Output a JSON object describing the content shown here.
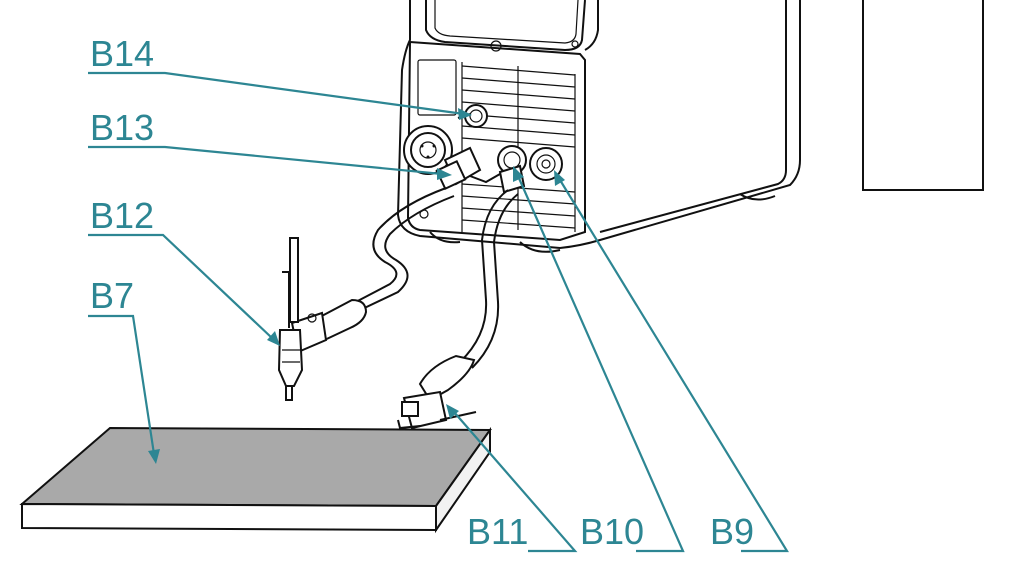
{
  "diagram": {
    "callouts": [
      {
        "id": "b14",
        "label": "B14"
      },
      {
        "id": "b13",
        "label": "B13"
      },
      {
        "id": "b12",
        "label": "B12"
      },
      {
        "id": "b7",
        "label": "B7"
      },
      {
        "id": "b11",
        "label": "B11"
      },
      {
        "id": "b10",
        "label": "B10"
      },
      {
        "id": "b9",
        "label": "B9"
      }
    ],
    "colors": {
      "callout": "#2d8693",
      "line_art": "#111111",
      "workpiece_top": "#a9a9a9"
    }
  }
}
